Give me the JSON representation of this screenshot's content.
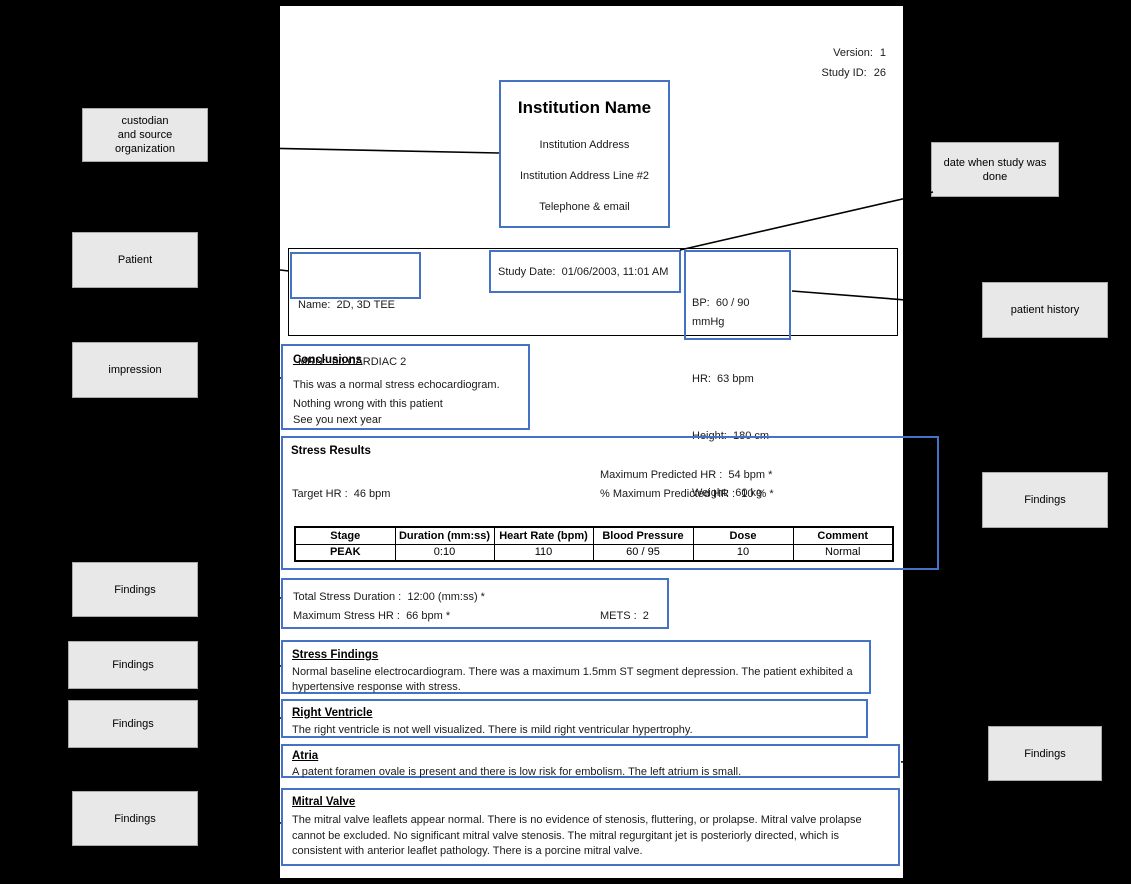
{
  "accent_color": "#4472c4",
  "page_background": "#ffffff",
  "canvas_background": "#000000",
  "meta": {
    "version_label": "Version:",
    "version_value": "1",
    "study_id_label": "Study ID:",
    "study_id_value": "26"
  },
  "institution": {
    "name": "Institution Name",
    "address_line1": "Institution Address",
    "address_line2": "Institution Address Line #2",
    "contact": "Telephone & email"
  },
  "patient_band": {
    "name": "Name:  2D, 3D TEE",
    "mrn": "MRN:  00 CARDIAC 2",
    "study_date": "Study Date:  01/06/2003, 11:01 AM",
    "bp": "BP:  60 / 90 mmHg",
    "hr": "HR:  63 bpm",
    "height": "Height:  180 cm",
    "weight": "Weight:  60 kg"
  },
  "conclusions": {
    "title": "Conclusions",
    "lines": [
      "This was a normal stress echocardiogram.",
      "Nothing wrong with this patient",
      "See you next year"
    ]
  },
  "stress_results": {
    "title": "Stress Results",
    "max_predicted_hr": "Maximum Predicted HR :  54 bpm *",
    "target_hr": "Target HR :  46 bpm",
    "pct_max_predicted_hr": "% Maximum Predicted HR :  10 % *",
    "table": {
      "headers": [
        "Stage",
        "Duration (mm:ss)",
        "Heart Rate (bpm)",
        "Blood Pressure",
        "Dose",
        "Comment"
      ],
      "rows": [
        [
          "PEAK",
          "0:10",
          "110",
          "60 / 95",
          "10",
          "Normal"
        ]
      ]
    }
  },
  "stress_summary": {
    "total_duration": "Total Stress Duration :  12:00 (mm:ss) *",
    "max_stress_hr": "Maximum Stress HR :  66 bpm *",
    "mets": "METS :  2"
  },
  "findings_sections": [
    {
      "title": "Stress Findings",
      "text": "Normal baseline electrocardiogram. There was a maximum 1.5mm ST segment depression. The patient exhibited a hypertensive response with stress."
    },
    {
      "title": "Right Ventricle",
      "text": "The right ventricle is not well visualized. There is mild right ventricular hypertrophy."
    },
    {
      "title": "Atria",
      "text": "A patent foramen ovale is present and there is low risk for embolism. The left atrium is small."
    },
    {
      "title": "Mitral Valve",
      "text": "The mitral valve leaflets appear normal. There is no evidence of stenosis, fluttering, or prolapse. Mitral valve prolapse cannot be excluded. No significant mitral valve stenosis. The mitral regurgitant jet is posteriorly directed, which is consistent with anterior leaflet pathology. There is a porcine mitral valve."
    }
  ],
  "callouts": {
    "left": [
      {
        "label": "custodian\nand  source\norganization"
      },
      {
        "label": "Patient"
      },
      {
        "label": "impression"
      },
      {
        "label": "Findings"
      },
      {
        "label": "Findings"
      },
      {
        "label": "Findings"
      },
      {
        "label": "Findings"
      }
    ],
    "right": [
      {
        "label": "date when study was\ndone"
      },
      {
        "label": "patient history"
      },
      {
        "label": "Findings"
      },
      {
        "label": "Findings"
      }
    ]
  }
}
